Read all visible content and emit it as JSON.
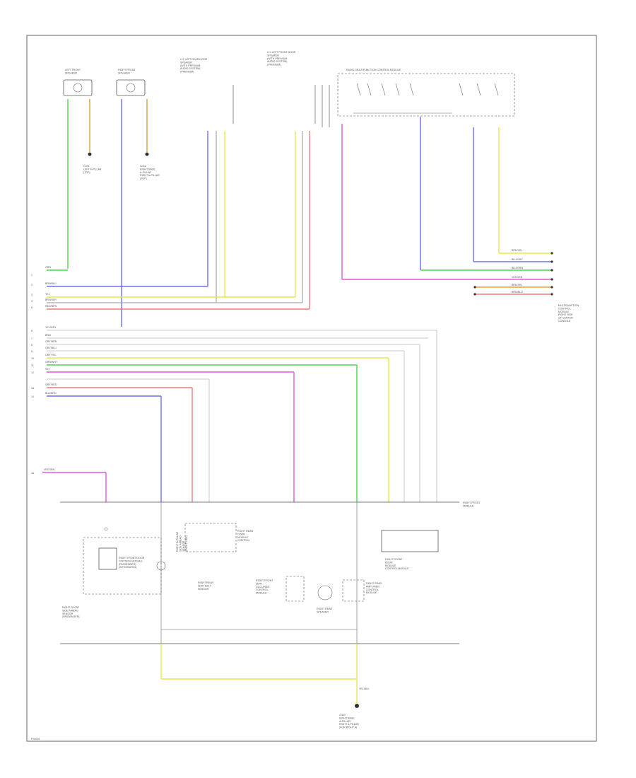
{
  "diagram": {
    "component_labels": {
      "left_front_speaker": "LEFT FRONT\nSPEAKER",
      "right_front_speaker": "RIGHT FRONT\nSPEAKER",
      "lh_tweeter": "LH, LEFT REAR DOOR\nSPEAKER\n(WITH PREMIUM\nAUDIO SYSTEM)\n(PREMIUM)",
      "rh_tweeter": "LH, LEFT FRONT DOOR\nSPEAKER\n(WITH PREMIUM\nAUDIO SYSTEM)\n(PREMIUM)",
      "radio_harness": "RADIO, MULTIFUNCTION CONTROL MODULE",
      "ground_left": "G401\nLEFT A-PILLAR\n(TOP)",
      "ground_right": "G402\nRIGHT BASE\nA-PILLAR\nRIGHT A-PILLAR\n(TOP)",
      "bottom_ground": "G403\nRIGHT BASE\nA-PILLAR\nRIGHT A-PILLAR\n(FOR RIGHT A)",
      "right_module": "MULTIFUNCTION\nCONTROL\nMODULE\n(RIGHT SIDE)",
      "right_side_note": "MULTIFUNCTION\nCONTROL\nMODULE\nRIGHT SIDE\nOF CENTER\nCONSOLE",
      "right_front_unit": "RIGHT FRONT\nMODULE",
      "front_left_door_module": "RIGHT FRONT DOOR\nCONTROL MODULE\n(PASSENGER)\n(INTEGRATED)",
      "front_right_airbag": "RIGHT B-PILLAR\nSIDE AIRBAG\nSENSOR\n(RIGHT SIDE)",
      "right_b_pillar": "RIGHT REAR\nDOOR\nMODULE\nCONTROL",
      "rear_module": "RIGHT REAR\nSEAT BELT\nSENSOR",
      "radio_module_right": "RIGHT FRONT\nSEAT\nOCCUPANT\nCONTROL\nMODULE",
      "right_tw": "RIGHT REAR\nSPEAKER",
      "right_fa": "RIGHT REAR\nAMPLIFIER\nCONTROL\nMODULE",
      "right_door_module": "RIGHT FRONT\nDOOR\nMODULE\nCONTROL MODULE",
      "side_airbag_sensor": "RIGHT FRONT\nSIDE AIRBAG\nSENSOR\n(PASSENGER)",
      "footer_code": "FS0001"
    },
    "wire_labels": {
      "left_bus": [
        "GRN",
        "BRN/BLU",
        "YEL",
        "BRN/GRY",
        "RED/BRN"
      ],
      "lower_bus": [
        "YEL/GRY",
        "BRN",
        "GRY/BRN",
        "GRY/BLU",
        "GRY/YEL",
        "GRN/WHT",
        "VIO",
        "GRY/RED",
        "BLU/BRN"
      ],
      "right_connector": [
        "BRN/YEL",
        "BLU/GRY",
        "BLU/GRN",
        "VIO/GRN",
        "BRN/YEL",
        "BRN/BLU"
      ],
      "bottom": "VIO/GRN",
      "bottom_yellow": "YEL/BLK"
    },
    "connector_pins": {
      "left": [
        "1",
        "2",
        "3",
        "4",
        "5"
      ],
      "lower": [
        "6",
        "7",
        "8",
        "9",
        "10",
        "11",
        "12",
        "13",
        "14"
      ],
      "bottom": "15"
    },
    "colors": {
      "green": "#4dd24d",
      "blue": "#6f6fef",
      "yellow": "#e8e84a",
      "gray": "#aaaaaa",
      "red": "#ee7d7d",
      "violet": "#d75fd7",
      "orange": "#e0a040",
      "line": "#777777"
    }
  }
}
